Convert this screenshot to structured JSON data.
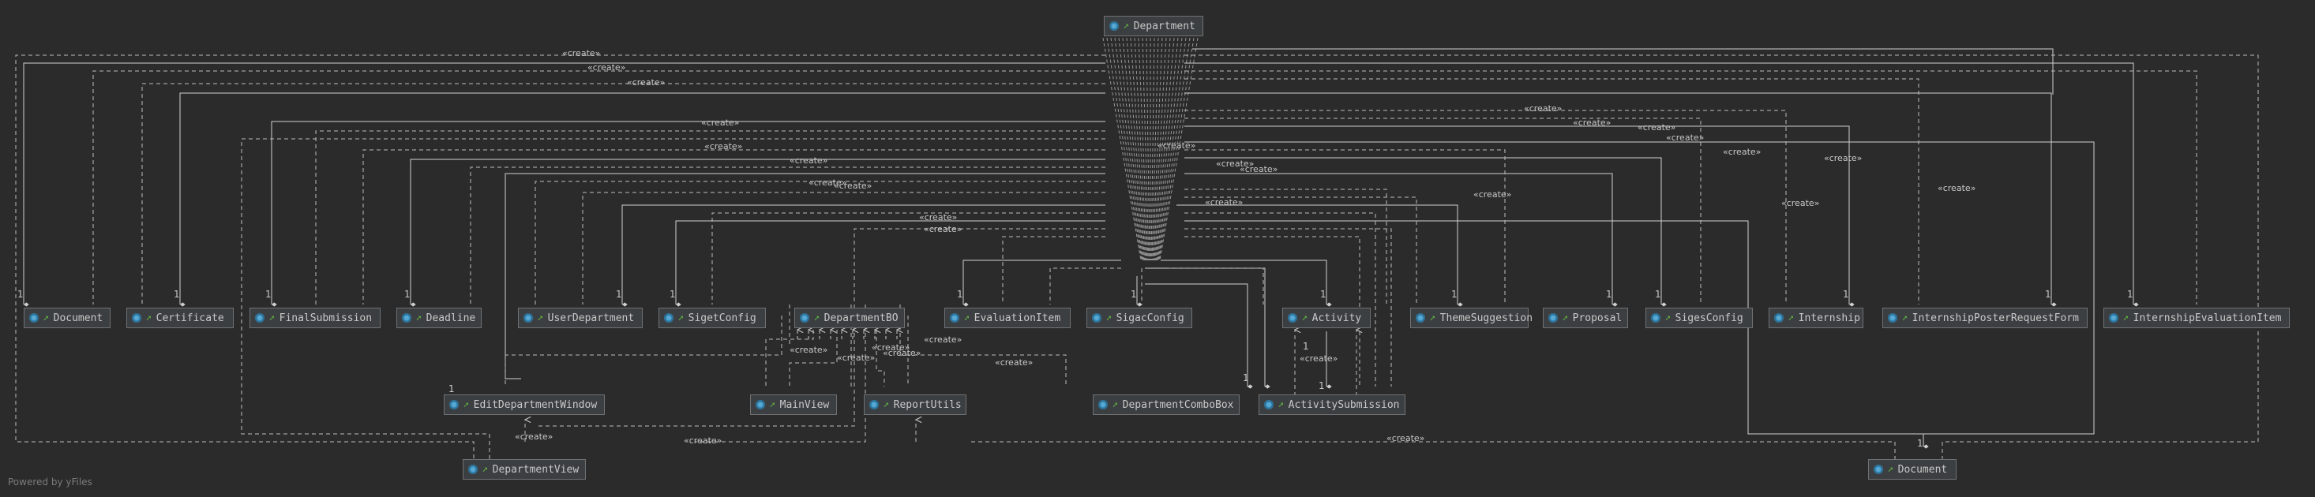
{
  "diagram": {
    "footer": "Powered by yFiles",
    "stereotype_create": "«create»",
    "multiplicity_one": "1",
    "icons": {
      "class": "class-icon",
      "visibility": "public-visibility-icon"
    },
    "colors": {
      "background": "#2b2b2b",
      "node_fill": "#3c3f41",
      "node_border": "#6f7173",
      "edge": "#c8c8c8",
      "class_icon": "#3592c4",
      "visibility_icon": "#62b543"
    },
    "nodes": [
      {
        "id": "department",
        "label": "Department"
      },
      {
        "id": "document-left",
        "label": "Document"
      },
      {
        "id": "certificate",
        "label": "Certificate"
      },
      {
        "id": "final-submission",
        "label": "FinalSubmission"
      },
      {
        "id": "deadline",
        "label": "Deadline"
      },
      {
        "id": "user-department",
        "label": "UserDepartment"
      },
      {
        "id": "siget-config",
        "label": "SigetConfig"
      },
      {
        "id": "department-bo",
        "label": "DepartmentBO"
      },
      {
        "id": "evaluation-item",
        "label": "EvaluationItem"
      },
      {
        "id": "sigac-config",
        "label": "SigacConfig"
      },
      {
        "id": "activity",
        "label": "Activity"
      },
      {
        "id": "theme-suggestion",
        "label": "ThemeSuggestion"
      },
      {
        "id": "proposal",
        "label": "Proposal"
      },
      {
        "id": "siges-config",
        "label": "SigesConfig"
      },
      {
        "id": "internship",
        "label": "Internship"
      },
      {
        "id": "internship-poster-request-form",
        "label": "InternshipPosterRequestForm"
      },
      {
        "id": "internship-evaluation-item",
        "label": "InternshipEvaluationItem"
      },
      {
        "id": "edit-department-window",
        "label": "EditDepartmentWindow"
      },
      {
        "id": "main-view",
        "label": "MainView"
      },
      {
        "id": "report-utils",
        "label": "ReportUtils"
      },
      {
        "id": "department-combo-box",
        "label": "DepartmentComboBox"
      },
      {
        "id": "activity-submission",
        "label": "ActivitySubmission"
      },
      {
        "id": "department-view",
        "label": "DepartmentView"
      },
      {
        "id": "document-right",
        "label": "Document"
      }
    ]
  }
}
